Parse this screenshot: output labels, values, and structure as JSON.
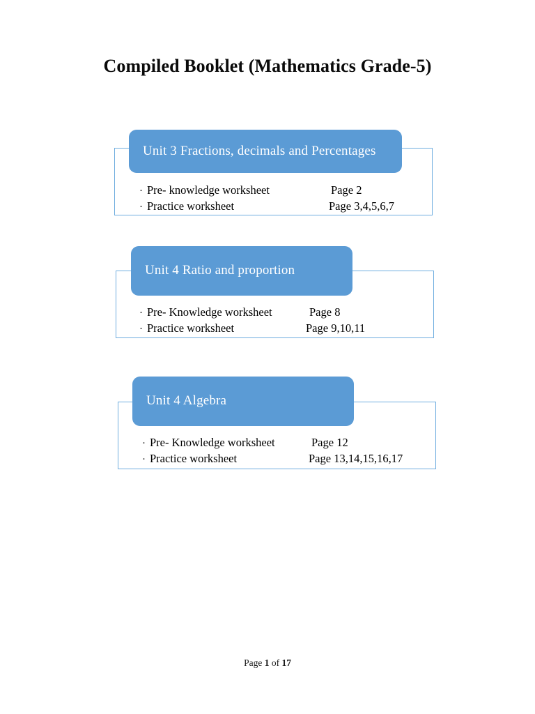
{
  "document": {
    "title": "Compiled Booklet (Mathematics Grade-5)",
    "accent_color": "#5B9BD5",
    "frame_border_color": "#6FADDF",
    "header_text_color": "#FFFFFF",
    "page_background": "#FFFFFF"
  },
  "units": [
    {
      "header": "Unit 3 Fractions, decimals and Percentages",
      "rows": [
        {
          "bullet": "·",
          "label": "Pre- knowledge worksheet",
          "pages": "Page 2"
        },
        {
          "bullet": "·",
          "label": "Practice worksheet",
          "pages": "Page 3,4,5,6,7"
        }
      ]
    },
    {
      "header": "Unit 4 Ratio and proportion",
      "rows": [
        {
          "bullet": "·",
          "label": "Pre- Knowledge worksheet",
          "pages": "Page 8"
        },
        {
          "bullet": "·",
          "label": "Practice worksheet",
          "pages": "Page 9,10,11"
        }
      ]
    },
    {
      "header": "Unit 4 Algebra",
      "rows": [
        {
          "bullet": "·",
          "label": "Pre- Knowledge worksheet",
          "pages": "Page 12"
        },
        {
          "bullet": "·",
          "label": "Practice worksheet",
          "pages": "Page 13,14,15,16,17"
        }
      ]
    }
  ],
  "footer": {
    "prefix": "Page ",
    "current": "1",
    "middle": " of ",
    "total": "17"
  }
}
